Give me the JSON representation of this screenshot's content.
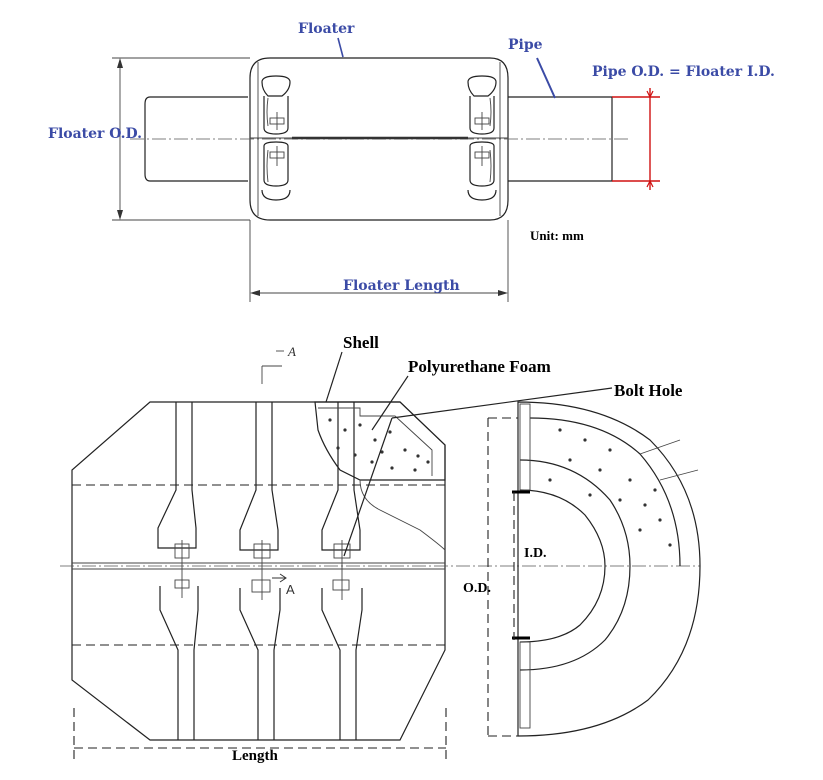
{
  "labels": {
    "floater": "Floater",
    "pipe": "Pipe",
    "pipe_od_eq": "Pipe O.D. = Floater I.D.",
    "floater_od": "Floater O.D.",
    "unit": "Unit: mm",
    "floater_length": "Floater Length",
    "shell": "Shell",
    "foam": "Polyurethane Foam",
    "bolt_hole": "Bolt Hole",
    "id": "I.D.",
    "od": "O.D.",
    "length": "Length",
    "section_marker": "A"
  },
  "colors": {
    "label_blue": "#3b4ba6",
    "dimension_red": "#d01010",
    "line": "#222222"
  }
}
